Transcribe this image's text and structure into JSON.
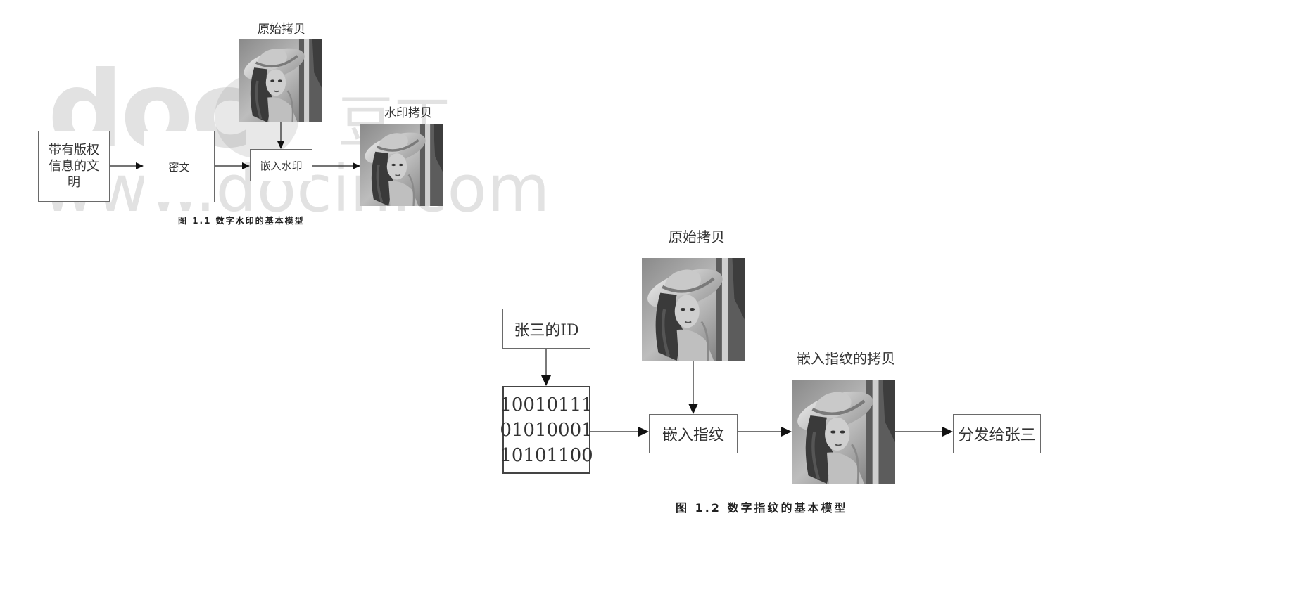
{
  "figure1": {
    "original_copy_label": "原始拷贝",
    "watermarked_copy_label": "水印拷贝",
    "doc_box_lines": [
      "带有版权",
      "信息的文",
      "明"
    ],
    "cipher_box": "密文",
    "embed_box": "嵌入水印",
    "caption": "图 1.1  数字水印的基本模型"
  },
  "figure2": {
    "original_copy_label": "原始拷贝",
    "id_box": "张三的ID",
    "bits": [
      "10010111",
      "01010001",
      "10101100"
    ],
    "embed_box": "嵌入指纹",
    "fingerprinted_copy_label": "嵌入指纹的拷贝",
    "distribute_box": "分发给张三",
    "caption": "图 1.2  数字指纹的基本模型"
  },
  "watermark": {
    "logo_text": "doc",
    "logo_char": "豆丁",
    "url_text": "www.docin.com"
  },
  "colors": {
    "border": "#6a6a6a",
    "arrow": "#111111",
    "watermark": "#969696"
  },
  "icons": [
    "portrait-photo-icon"
  ]
}
